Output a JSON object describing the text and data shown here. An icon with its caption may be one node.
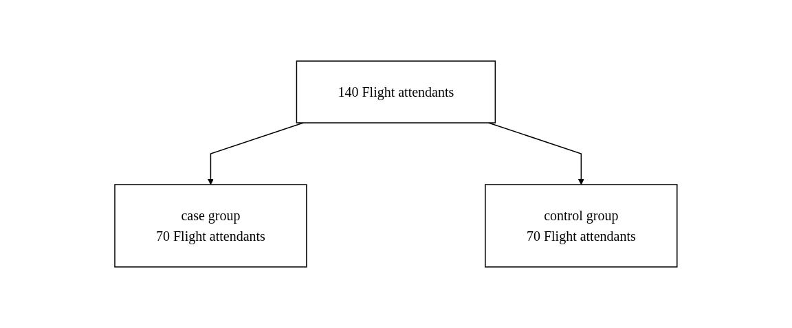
{
  "diagram": {
    "nodes": [
      {
        "text": [
          "140 Flight attendants"
        ]
      },
      {
        "text": [
          "case group",
          "70 Flight attendants"
        ]
      },
      {
        "text": [
          "control group",
          "70 Flight attendants"
        ]
      }
    ],
    "edges": [
      {
        "from": 0,
        "to": 1,
        "arrow": "to"
      },
      {
        "from": 0,
        "to": 2,
        "arrow": "to"
      }
    ]
  }
}
